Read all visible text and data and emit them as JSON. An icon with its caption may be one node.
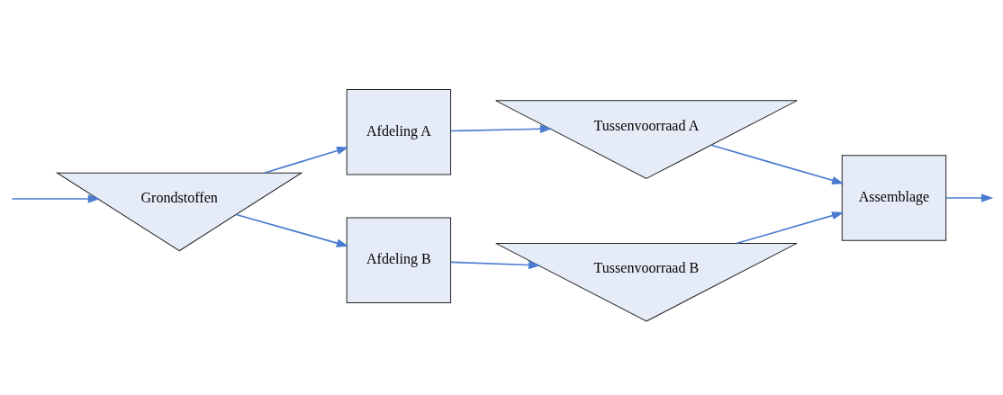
{
  "diagram": {
    "nodes": [
      {
        "text": [
          "Grondstoffen"
        ]
      },
      {
        "text": [
          "Afdeling A"
        ]
      },
      {
        "text": [
          "Afdeling B"
        ]
      },
      {
        "text": [
          "Tussenvoorraad A"
        ]
      },
      {
        "text": [
          "Tussenvoorraad B"
        ]
      },
      {
        "text": [
          "Assemblage"
        ]
      }
    ],
    "edges": [
      {
        "from": null,
        "to": 0,
        "arrow": "to"
      },
      {
        "from": 0,
        "to": 1,
        "arrow": "to"
      },
      {
        "from": 0,
        "to": 2,
        "arrow": "to"
      },
      {
        "from": 1,
        "to": 3,
        "arrow": "to"
      },
      {
        "from": 2,
        "to": 4,
        "arrow": "to"
      },
      {
        "from": 3,
        "to": 5,
        "arrow": "to"
      },
      {
        "from": 4,
        "to": 5,
        "arrow": "to"
      },
      {
        "from": 5,
        "to": null,
        "arrow": "to"
      }
    ]
  }
}
